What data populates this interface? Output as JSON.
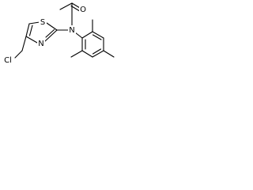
{
  "atoms": {
    "oxygen": "O",
    "amide_nitrogen": "N",
    "thiazole_sulfur": "S",
    "thiazole_nitrogen": "N",
    "chloromethyl": "Cl"
  }
}
